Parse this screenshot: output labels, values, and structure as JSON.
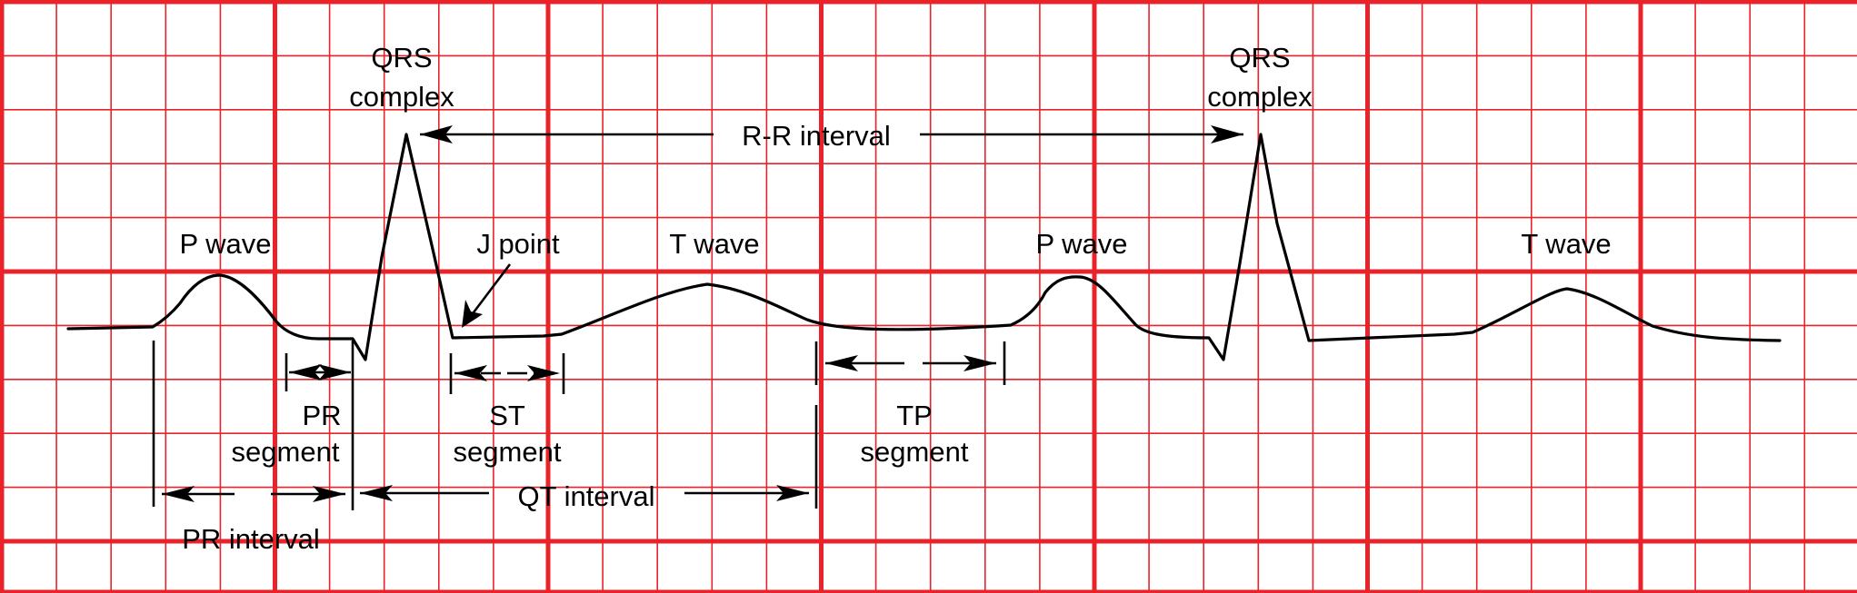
{
  "diagram": {
    "grid_color": "#e8232a",
    "trace_color": "#000000",
    "labels": {
      "qrs_complex_1": [
        "QRS",
        "complex"
      ],
      "qrs_complex_2": [
        "QRS",
        "complex"
      ],
      "rr_interval": "R-R interval",
      "p_wave_1": "P wave",
      "p_wave_2": "P wave",
      "j_point": "J point",
      "t_wave_1": "T wave",
      "t_wave_2": "T wave",
      "pr_segment": [
        "PR",
        "segment"
      ],
      "st_segment": [
        "ST",
        "segment"
      ],
      "tp_segment": [
        "TP",
        "segment"
      ],
      "pr_interval": "PR interval",
      "qt_interval": "QT interval"
    }
  }
}
